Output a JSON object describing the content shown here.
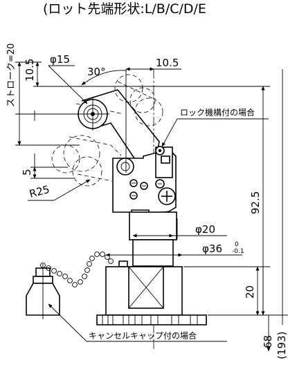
{
  "header": {
    "rod_tip_note": "(ロット先端形状:L/B/C/D/E"
  },
  "dimensions": {
    "stroke": "ストローク=20",
    "d10_5_left": "10.5",
    "phi15": "φ15",
    "angle30": "30°",
    "d10_5_top": "10.5",
    "d5": "5",
    "r25": "R25",
    "d92_5": "92.5",
    "phi20": "φ20",
    "phi36": "φ36",
    "tol_upper": "0",
    "tol_lower": "-0.1",
    "d20": "20",
    "d68": "68",
    "d193": "(193)"
  },
  "notes": {
    "lock_mechanism": "ロック機構付の場合",
    "cancel_cap": "キャンセルキャップ付の場合"
  }
}
